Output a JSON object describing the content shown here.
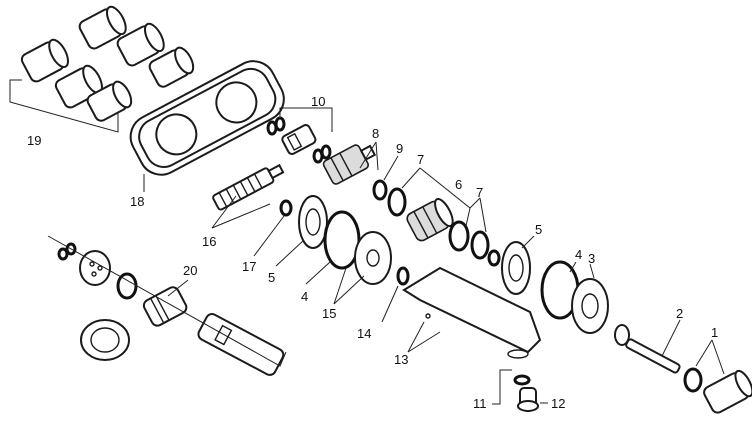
{
  "labels": {
    "n1": "1",
    "n2": "2",
    "n3": "3",
    "n4a": "4",
    "n4b": "4",
    "n5a": "5",
    "n5b": "5",
    "n6": "6",
    "n7a": "7",
    "n7b": "7",
    "n8": "8",
    "n9": "9",
    "n10": "10",
    "n11": "11",
    "n12": "12",
    "n13": "13",
    "n14": "14",
    "n15": "15",
    "n16": "16",
    "n17": "17",
    "n18": "18",
    "n19": "19",
    "n20": "20"
  },
  "colors": {
    "line": "#1b1b1b",
    "fill": "#ffffff",
    "shade": "#dcdcdc"
  }
}
